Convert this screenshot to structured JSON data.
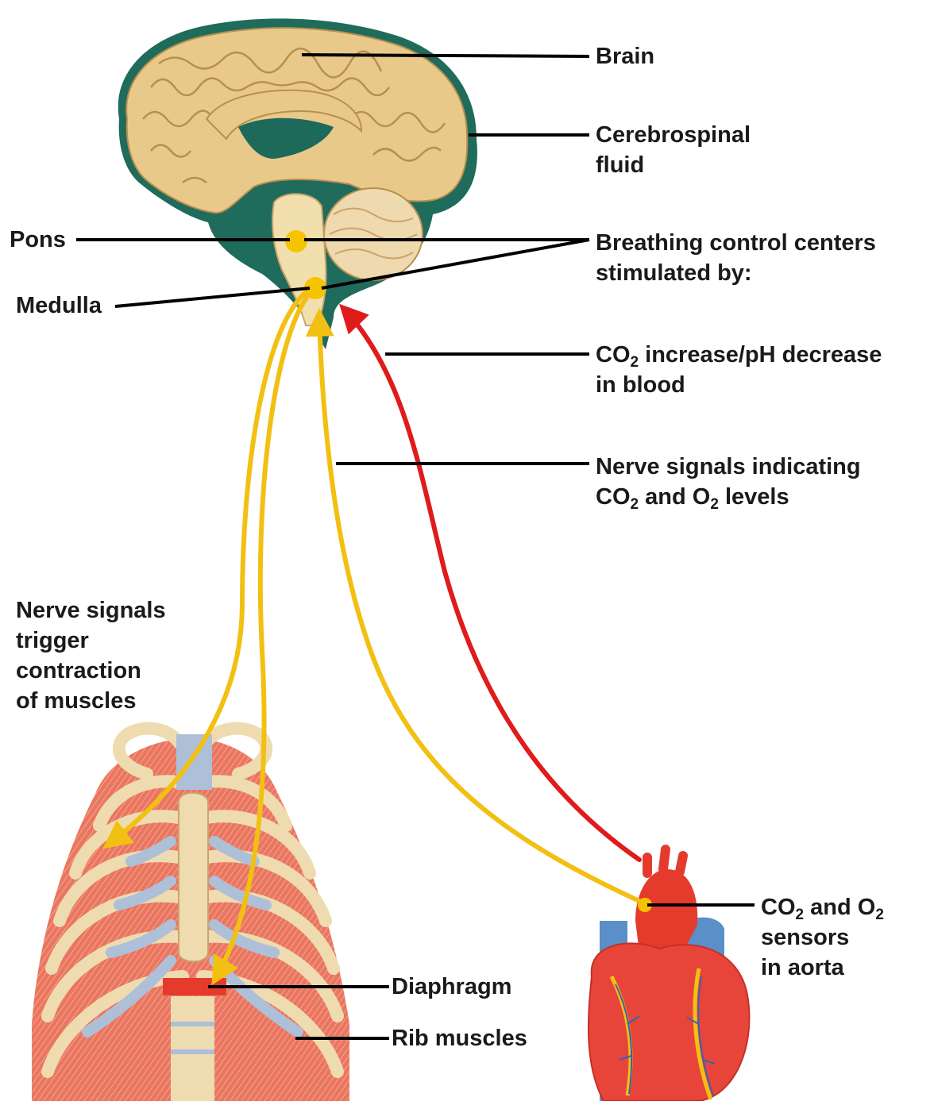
{
  "labels": {
    "brain": "Brain",
    "csf_line1": "Cerebrospinal",
    "csf_line2": "fluid",
    "pons": "Pons",
    "medulla": "Medulla",
    "breathing_line1": "Breathing control centers",
    "breathing_line2": "stimulated by:",
    "co2_increase": {
      "pre": "CO",
      "sub": "2",
      "post": " increase/pH decrease"
    },
    "in_blood": "in blood",
    "nerve_co2_line1": "Nerve signals indicating",
    "nerve_co2_line2": {
      "a": "CO",
      "a_sub": "2",
      "mid": " and O",
      "b_sub": "2",
      "post": " levels"
    },
    "trigger_lines": [
      "Nerve signals",
      "trigger",
      "contraction",
      "of muscles"
    ],
    "diaphragm": "Diaphragm",
    "rib_muscles": "Rib muscles",
    "sensors_line1": {
      "a": "CO",
      "a_sub": "2",
      "mid": " and O",
      "b_sub": "2"
    },
    "sensors_line2": "sensors",
    "sensors_line3": "in aorta"
  },
  "colors": {
    "brain_fill": "#e9c98a",
    "brain_outline": "#1f6b5c",
    "ventricle": "#1d6a5a",
    "control_center": "#f5c400",
    "nerve_arrow": "#f2c012",
    "blood_arrow": "#e01b1b",
    "rib_bone": "#eedcb0",
    "rib_muscle": "#e9705a",
    "cartilage": "#aebfd8",
    "heart": "#e8453a",
    "aorta_blue": "#5a8fc8",
    "leader_line": "#000000"
  }
}
